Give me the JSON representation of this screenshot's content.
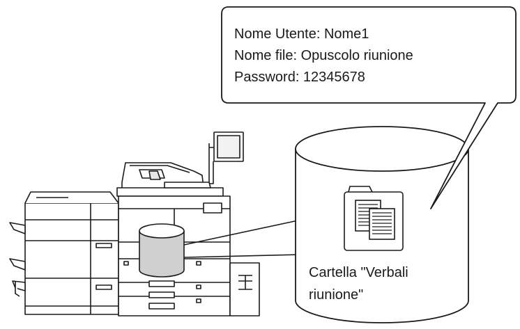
{
  "bubble": {
    "lines": [
      "Nome Utente: Nome1",
      "Nome file: Opuscolo riunione",
      "Password: 12345678"
    ]
  },
  "storage": {
    "folder_label_lines": [
      "Cartella \"Verbali",
      "riunione\""
    ],
    "folder_icon": "folder-icon",
    "document_icon": "documents-icon"
  },
  "device": {
    "icon": "multifunction-printer-icon",
    "internal_storage_icon": "hard-disk-icon"
  }
}
